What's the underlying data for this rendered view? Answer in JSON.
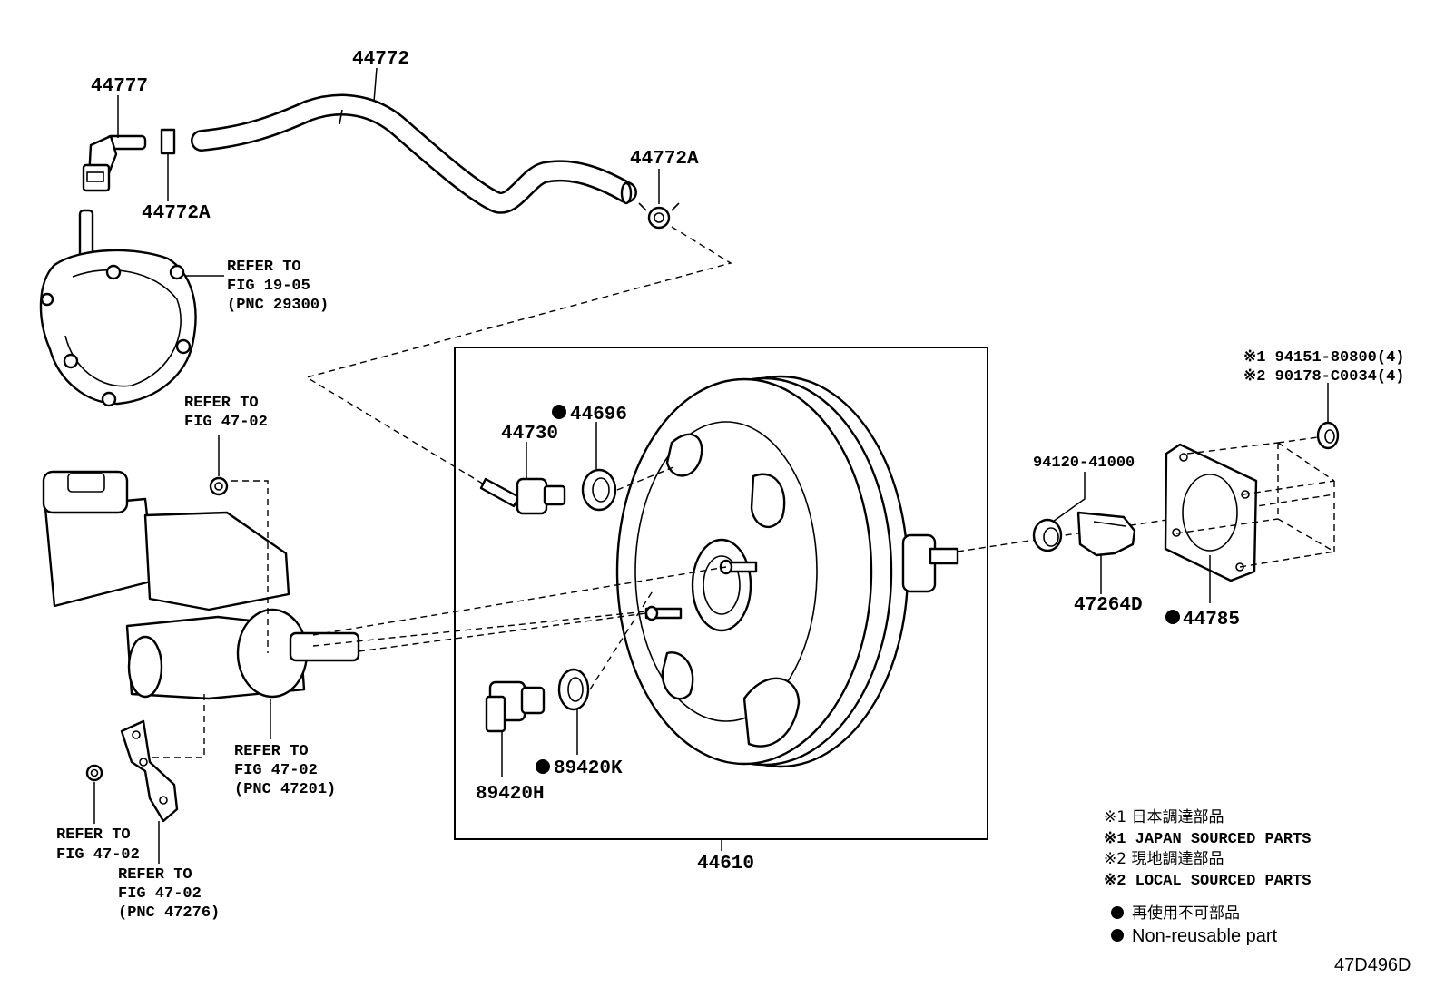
{
  "parts": {
    "hose": "44772",
    "union": "44777",
    "clip_left": "44772A",
    "clip_right": "44772A",
    "check_valve": "44730",
    "grommet_valve": "44696",
    "booster_assy": "44610",
    "sensor": "89420H",
    "grommet_sensor": "89420K",
    "clevis_pin": "94120-41000",
    "clevis": "47264D",
    "gasket": "44785",
    "nut_1": "※1 94151-80800(4)",
    "nut_2": "※2 90178-C0034(4)"
  },
  "refs": {
    "vacuum_pump": [
      "REFER TO",
      "FIG 19-05",
      "(PNC 29300)"
    ],
    "upper_nut": [
      "REFER TO",
      "FIG 47-02"
    ],
    "master_cyl": [
      "REFER TO",
      "FIG 47-02",
      "(PNC 47201)"
    ],
    "lower_nut": [
      "REFER TO",
      "FIG 47-02"
    ],
    "bracket": [
      "REFER TO",
      "FIG 47-02",
      "(PNC 47276)"
    ]
  },
  "legend": [
    "※1 日本調達部品",
    "※1 JAPAN SOURCED PARTS",
    "※2 現地調達部品",
    "※2 LOCAL SOURCED PARTS",
    "再使用不可部品",
    "Non-reusable part"
  ],
  "figure_id": "47D496D"
}
